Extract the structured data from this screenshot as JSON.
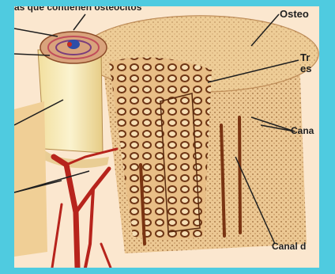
{
  "labels": {
    "top_caption": "as que contienen osteocitos",
    "osteo": "Osteo",
    "tr_line1": "Tr",
    "tr_line2": "es",
    "cana": "Cana",
    "canal_d": "Canal d"
  },
  "colors": {
    "frame_border": "#4fcbe0",
    "bone_light": "#f3dcaf",
    "bone_mid": "#e0b27a",
    "bone_dark": "#8a4a1e",
    "vessel_red": "#c8281e",
    "marrow_pale": "#f7eec4"
  }
}
